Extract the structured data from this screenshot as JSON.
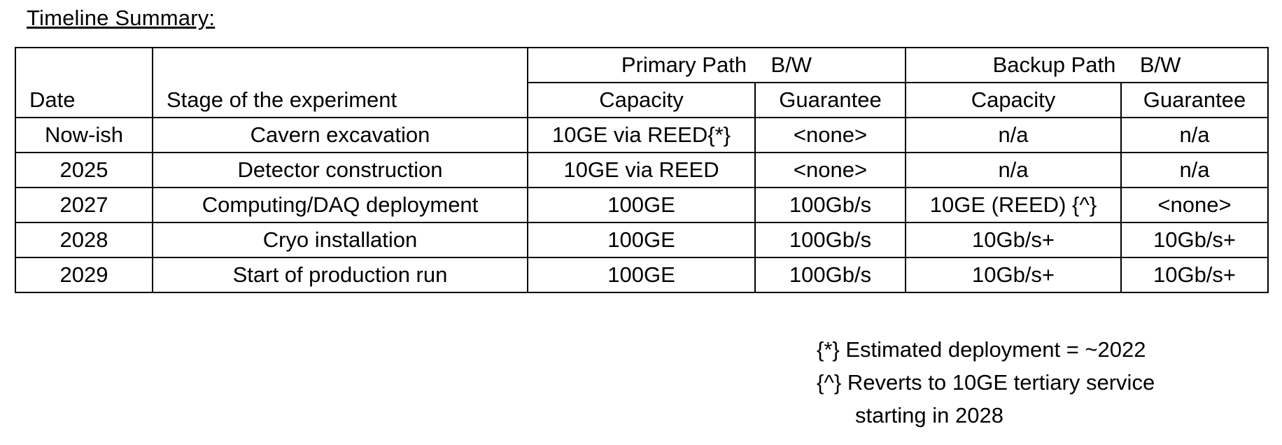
{
  "title": "Timeline Summary:",
  "header": {
    "date": "Date",
    "stage": "Stage of the experiment",
    "primary_group": "Primary Path    B/W",
    "backup_group": "Backup Path    B/W",
    "primary_capacity": "Capacity",
    "primary_guarantee": "Guarantee",
    "backup_capacity": "Capacity",
    "backup_guarantee": "Guarantee"
  },
  "rows": [
    {
      "date": "Now-ish",
      "stage": "Cavern excavation",
      "primary_capacity": "10GE via REED{*}",
      "primary_guarantee": "<none>",
      "backup_capacity": "n/a",
      "backup_guarantee": "n/a"
    },
    {
      "date": "2025",
      "stage": "Detector construction",
      "primary_capacity": "10GE via REED",
      "primary_guarantee": "<none>",
      "backup_capacity": "n/a",
      "backup_guarantee": "n/a"
    },
    {
      "date": "2027",
      "stage": "Computing/DAQ deployment",
      "primary_capacity": "100GE",
      "primary_guarantee": "100Gb/s",
      "backup_capacity": "10GE (REED) {^}",
      "backup_guarantee": "<none>"
    },
    {
      "date": "2028",
      "stage": "Cryo installation",
      "primary_capacity": "100GE",
      "primary_guarantee": "100Gb/s",
      "backup_capacity": "10Gb/s+",
      "backup_guarantee": "10Gb/s+"
    },
    {
      "date": "2029",
      "stage": "Start of production run",
      "primary_capacity": "100GE",
      "primary_guarantee": "100Gb/s",
      "backup_capacity": "10Gb/s+",
      "backup_guarantee": "10Gb/s+"
    }
  ],
  "notes": {
    "note1": "{*} Estimated deployment = ~2022",
    "note2_line1": "{^} Reverts to 10GE tertiary service",
    "note2_line2": "starting in 2028"
  }
}
